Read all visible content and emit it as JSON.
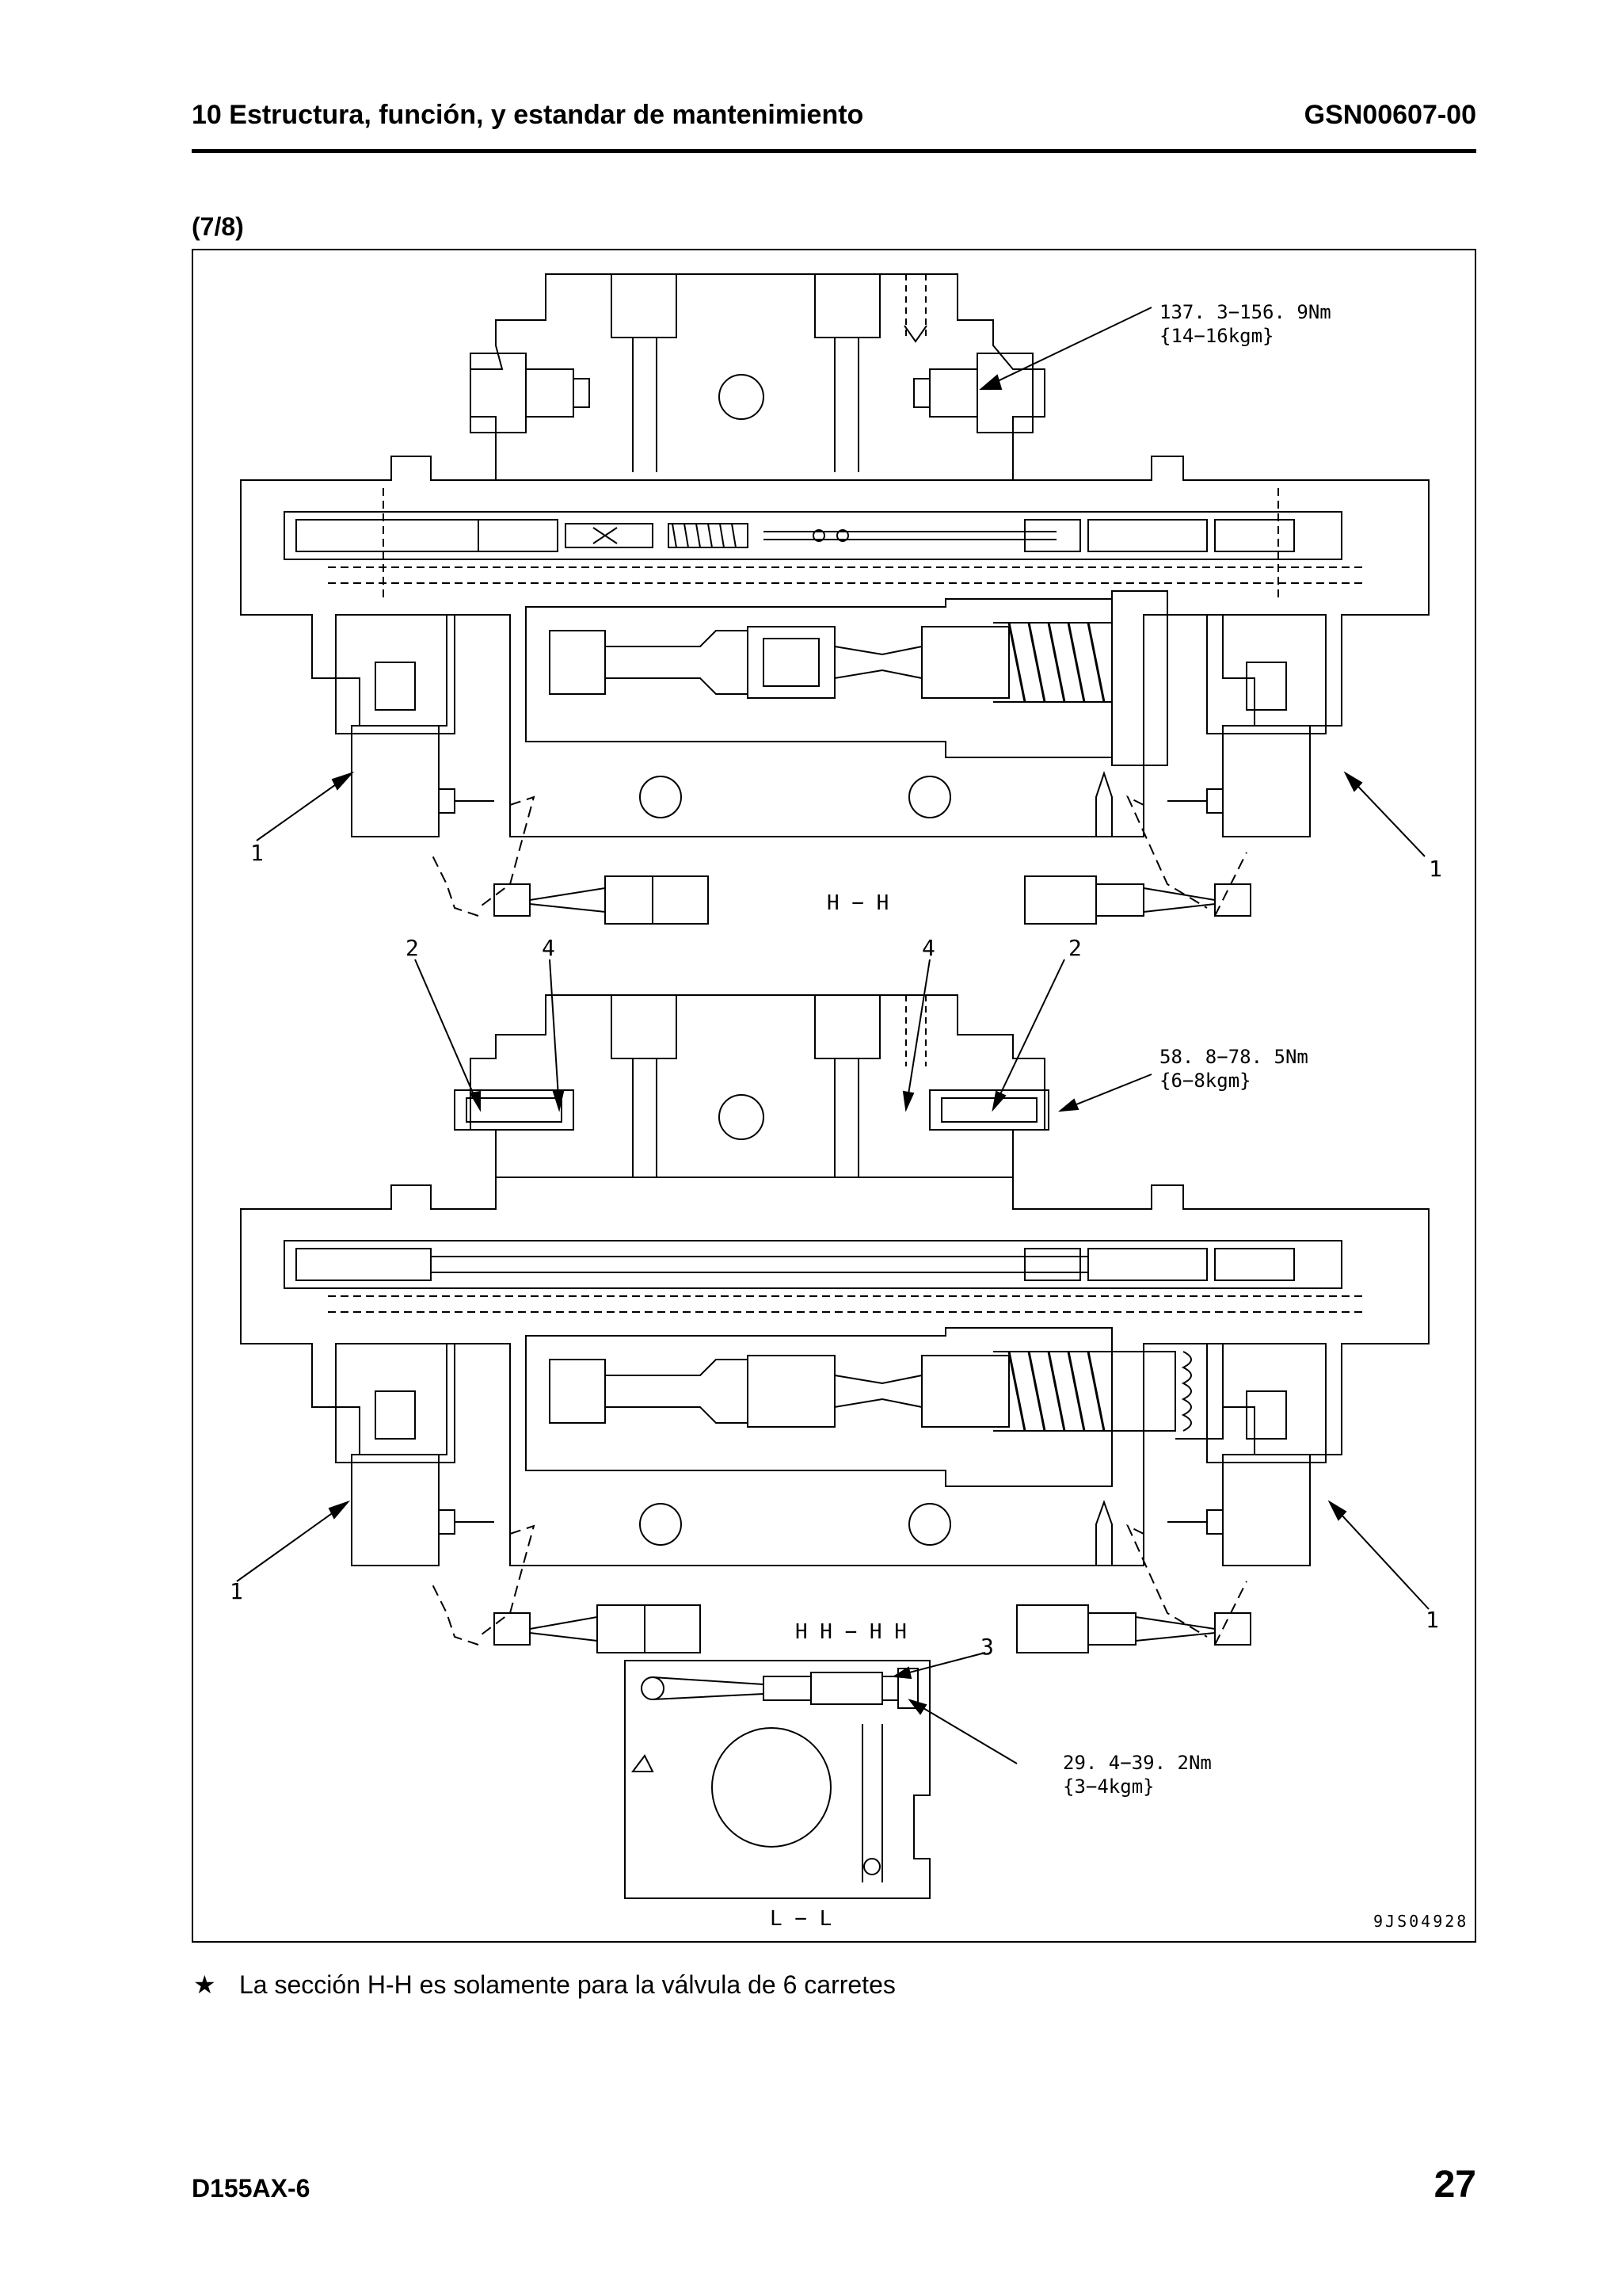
{
  "header": {
    "title": "10 Estructura, función, y estandar de mantenimiento",
    "code": "GSN00607-00"
  },
  "figure": {
    "number": "(7/8)",
    "drawing_id": "9JS04928",
    "section_hh": {
      "label": "H − H",
      "torque_nm": "137. 3−156. 9Nm",
      "torque_kgm": "{14−16kgm}",
      "callout_left": "1",
      "callout_right": "1"
    },
    "section_hhhh": {
      "label": "H H − H H",
      "torque_nm": "58. 8−78. 5Nm",
      "torque_kgm": "{6−8kgm}",
      "callout_a": "2",
      "callout_b": "4",
      "callout_c": "4",
      "callout_d": "2",
      "callout_left": "1",
      "callout_right": "1"
    },
    "section_ll": {
      "label": "L − L",
      "callout": "3",
      "torque_nm": "29. 4−39. 2Nm",
      "torque_kgm": "{3−4kgm}"
    }
  },
  "note": {
    "bullet": "★",
    "text": "La sección H-H es solamente para la válvula de 6 carretes"
  },
  "footer": {
    "model": "D155AX-6",
    "page": "27"
  }
}
